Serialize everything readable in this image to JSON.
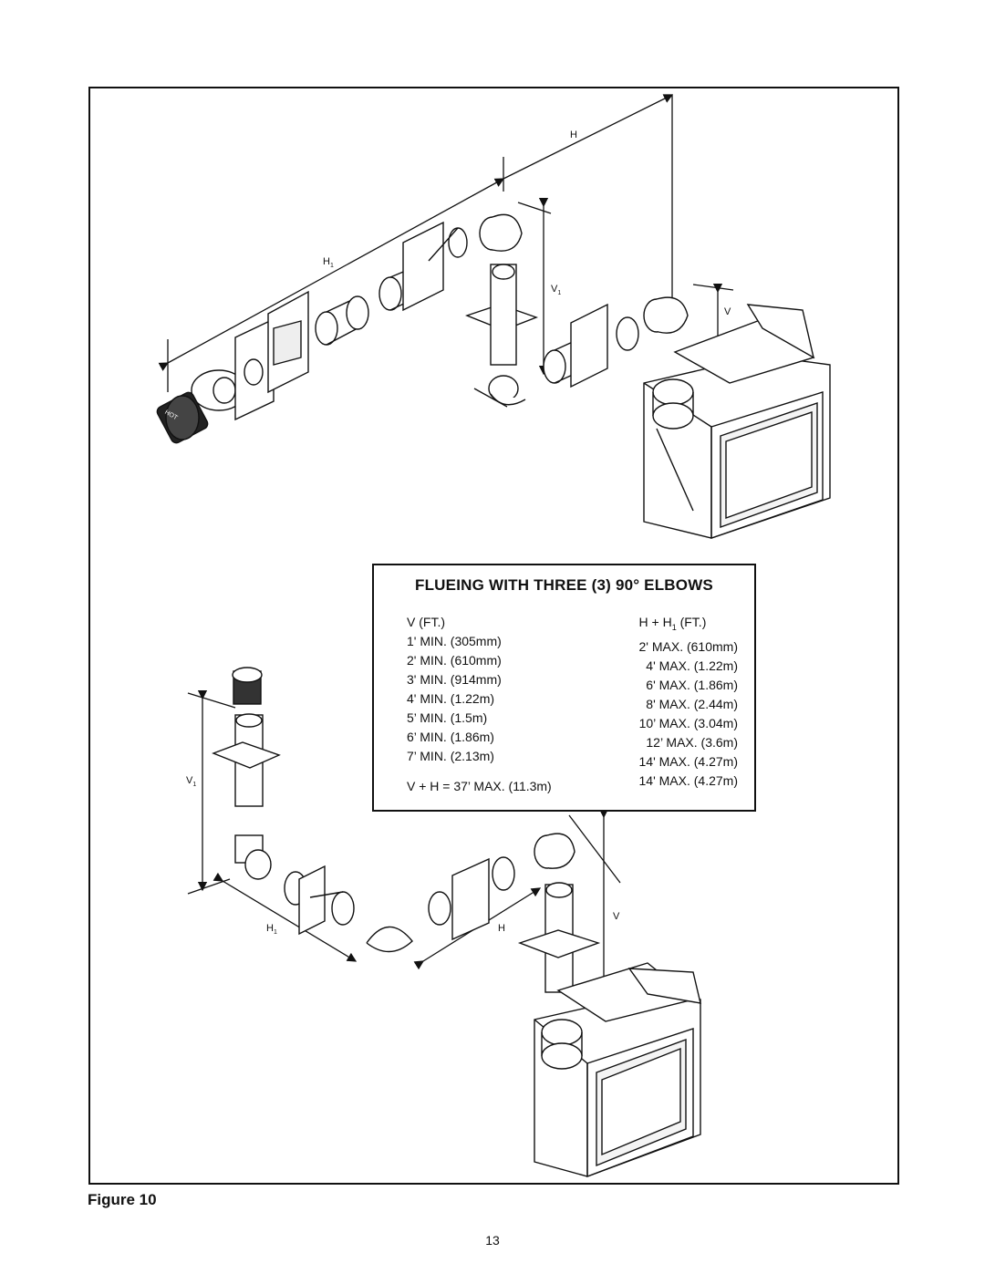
{
  "diagram": {
    "labels": {
      "h_top": "H",
      "h1_top": "H",
      "h1_top_sub": "1",
      "v1_top": "V",
      "v1_top_sub": "1",
      "v_top": "V",
      "v1_bottom": "V",
      "v1_bottom_sub": "1",
      "h1_bottom": "H",
      "h1_bottom_sub": "1",
      "h_bottom": "H",
      "v_bottom": "V",
      "terminal_text": "HOT"
    }
  },
  "table": {
    "title": "FLUEING WITH THREE (3) 90° ELBOWS",
    "v_header": "V (FT.)",
    "h_header_main": "H + H",
    "h_header_sub": "1",
    "h_header_unit": " (FT.)",
    "v_rows": [
      "1' MIN. (305mm)",
      "2' MIN. (610mm)",
      "3' MIN. (914mm)",
      "4' MIN. (1.22m)",
      "5’ MIN. (1.5m)",
      "6’ MIN. (1.86m)",
      "7’ MIN. (2.13m)"
    ],
    "h_rows": [
      "2' MAX. (610mm)",
      "4' MAX. (1.22m)",
      "6' MAX. (1.86m)",
      "8' MAX. (2.44m)",
      "10’ MAX. (3.04m)",
      "12’ MAX. (3.6m)",
      "14' MAX. (4.27m)",
      "14' MAX. (4.27m)"
    ],
    "footer": "V + H = 37’ MAX. (11.3m)"
  },
  "caption": "Figure 10",
  "page_number": "13"
}
